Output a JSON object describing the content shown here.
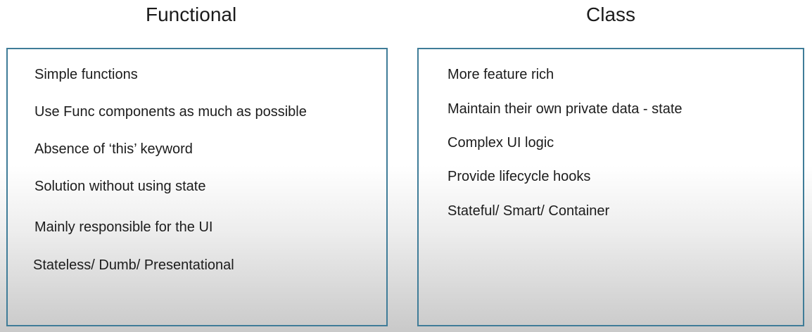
{
  "functional": {
    "title": "Functional",
    "items": [
      "Simple functions",
      "Use Func components as much as possible",
      "Absence of ‘this’ keyword",
      "Solution without using state",
      "Mainly responsible for the UI",
      "Stateless/ Dumb/ Presentational"
    ]
  },
  "class": {
    "title": "Class",
    "items": [
      "More feature rich",
      "Maintain their own private data - state",
      "Complex UI logic",
      "Provide lifecycle hooks",
      "Stateful/ Smart/ Container"
    ]
  },
  "colors": {
    "panel_border": "#3f7c98",
    "text": "#1c1c1c"
  }
}
